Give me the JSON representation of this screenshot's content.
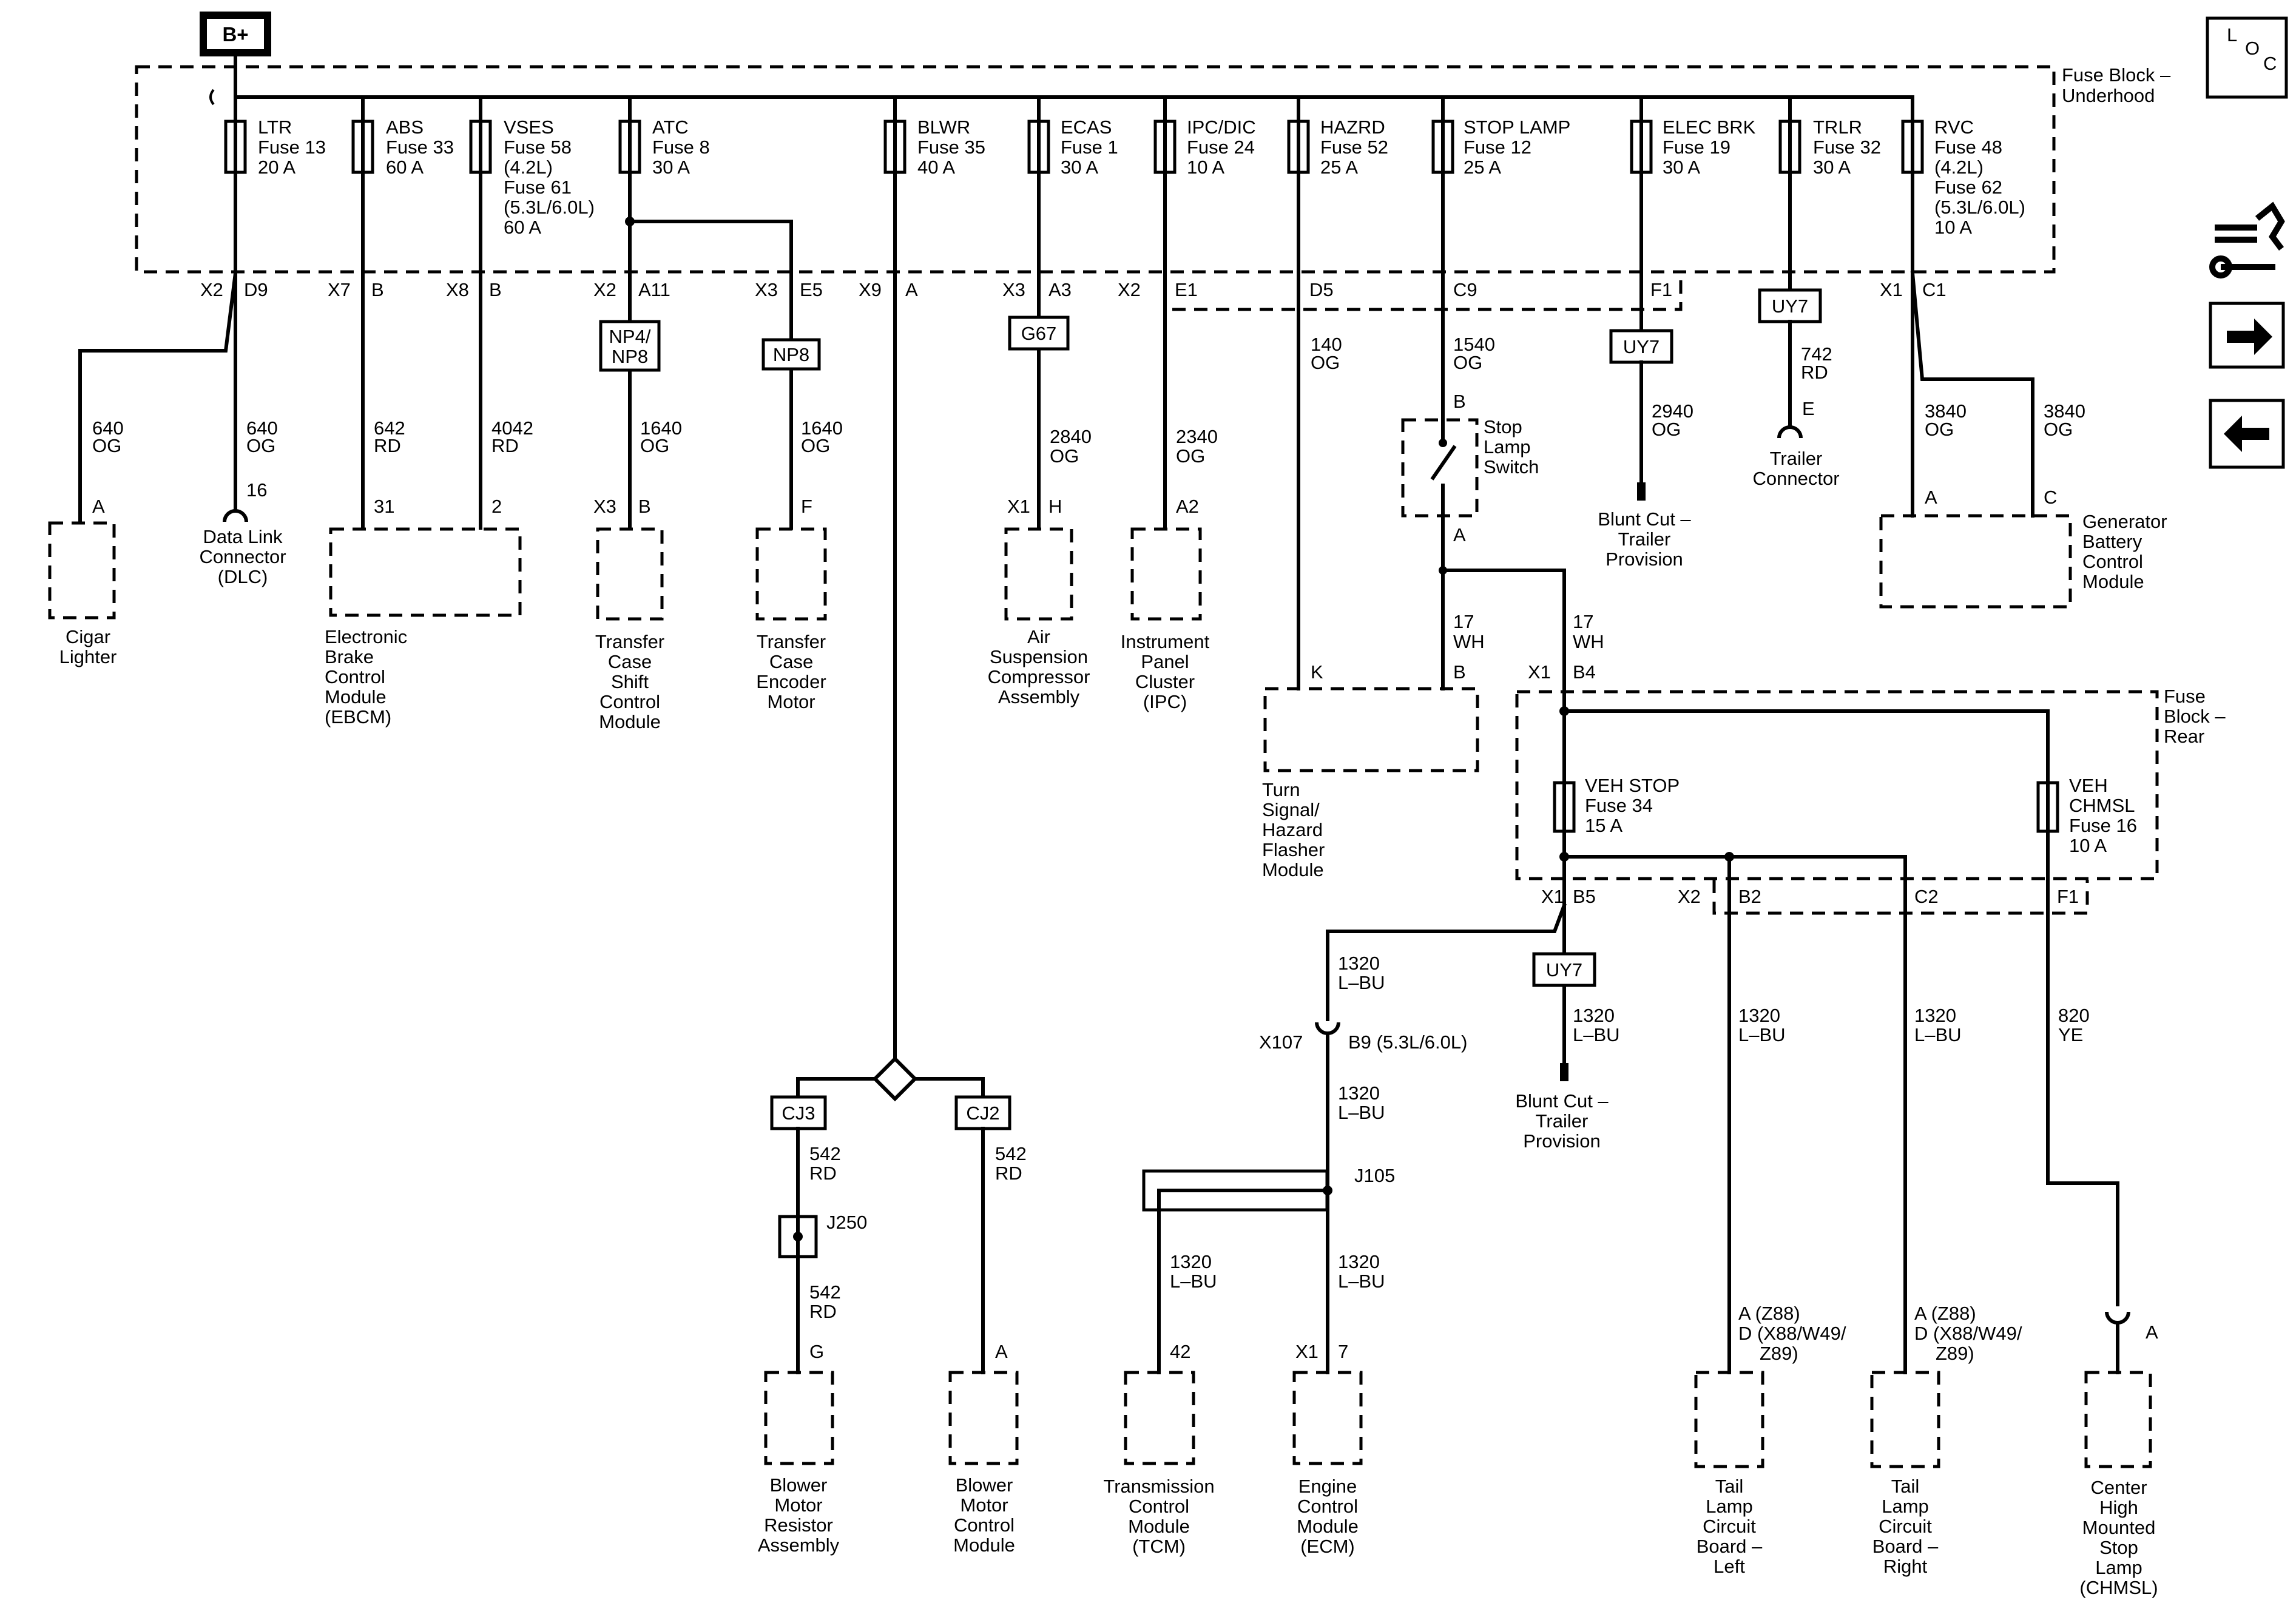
{
  "header": {
    "battery_label": "B+",
    "loc_l": "L",
    "loc_o": "O",
    "loc_c": "C"
  },
  "blocks": {
    "underhood": [
      "Fuse Block –",
      "Underhood"
    ],
    "rear": [
      "Fuse",
      "Block –",
      "Rear"
    ]
  },
  "fuses": [
    [
      "LTR",
      "Fuse 13",
      "20 A"
    ],
    [
      "ABS",
      "Fuse 33",
      "60 A"
    ],
    [
      "VSES",
      "Fuse 58",
      "(4.2L)",
      "Fuse 61",
      "(5.3L/6.0L)",
      "60 A"
    ],
    [
      "ATC",
      "Fuse 8",
      "30 A"
    ],
    [
      "BLWR",
      "Fuse 35",
      "40 A"
    ],
    [
      "ECAS",
      "Fuse 1",
      "30 A"
    ],
    [
      "IPC/DIC",
      "Fuse 24",
      "10 A"
    ],
    [
      "HAZRD",
      "Fuse 52",
      "25 A"
    ],
    [
      "STOP LAMP",
      "Fuse 12",
      "25 A"
    ],
    [
      "ELEC BRK",
      "Fuse 19",
      "30 A"
    ],
    [
      "TRLR",
      "Fuse 32",
      "30 A"
    ],
    [
      "RVC",
      "Fuse 48",
      "(4.2L)",
      "Fuse 62",
      "(5.3L/6.0L)",
      "10 A"
    ],
    [
      "VEH STOP",
      "Fuse 34",
      "15 A"
    ],
    [
      "VEH",
      "CHMSL",
      "Fuse 16",
      "10 A"
    ]
  ],
  "pins": {
    "x2": "X2",
    "d9": "D9",
    "x7": "X7",
    "b": "B",
    "x8": "X8",
    "a11": "A11",
    "x3": "X3",
    "e5": "E5",
    "x9": "X9",
    "a": "A",
    "a3": "A3",
    "e1": "E1",
    "d5": "D5",
    "c9": "C9",
    "f1": "F1",
    "x1": "X1",
    "c1": "C1",
    "n16": "16",
    "n31": "31",
    "n2": "2",
    "f": "F",
    "h": "H",
    "a2": "A2",
    "c": "C",
    "e": "E",
    "k": "K",
    "b4": "B4",
    "b5": "B5",
    "b2": "B2",
    "c2": "C2",
    "x107": "X107",
    "b9": "B9 (5.3L/6.0L)",
    "j105": "J105",
    "j250": "J250",
    "g": "G",
    "n42": "42",
    "n7": "7",
    "az88": "A (Z88)",
    "dx88": "D (X88/W49/",
    "z89": "Z89)"
  },
  "options": {
    "np4": [
      "NP4/",
      "NP8"
    ],
    "np8": "NP8",
    "g67": "G67",
    "uy7": "UY7",
    "cj3": "CJ3",
    "cj2": "CJ2"
  },
  "wires": {
    "og640": [
      "640",
      "OG"
    ],
    "rd642": [
      "642",
      "RD"
    ],
    "rd4042": [
      "4042",
      "RD"
    ],
    "og1640": [
      "1640",
      "OG"
    ],
    "og2840": [
      "2840",
      "OG"
    ],
    "og2340": [
      "2340",
      "OG"
    ],
    "og140": [
      "140",
      "OG"
    ],
    "og1540": [
      "1540",
      "OG"
    ],
    "og2940": [
      "2940",
      "OG"
    ],
    "rd742": [
      "742",
      "RD"
    ],
    "og3840": [
      "3840",
      "OG"
    ],
    "wh17": [
      "17",
      "WH"
    ],
    "lbu1320": [
      "1320",
      "L–BU"
    ],
    "rd542": [
      "542",
      "RD"
    ],
    "ye820": [
      "820",
      "YE"
    ]
  },
  "components": {
    "cigar": [
      "Cigar",
      "Lighter"
    ],
    "dlc": [
      "Data Link",
      "Connector",
      "(DLC)"
    ],
    "ebcm": [
      "Electronic",
      "Brake",
      "Control",
      "Module",
      "(EBCM)"
    ],
    "tcsm": [
      "Transfer",
      "Case",
      "Shift",
      "Control",
      "Module"
    ],
    "tcem": [
      "Transfer",
      "Case",
      "Encoder",
      "Motor"
    ],
    "air": [
      "Air",
      "Suspension",
      "Compressor",
      "Assembly"
    ],
    "ipc": [
      "Instrument",
      "Panel",
      "Cluster",
      "(IPC)"
    ],
    "stopsw": [
      "Stop",
      "Lamp",
      "Switch"
    ],
    "blunt": [
      "Blunt Cut –",
      "Trailer",
      "Provision"
    ],
    "trailer": [
      "Trailer",
      "Connector"
    ],
    "gen": [
      "Generator",
      "Battery",
      "Control",
      "Module"
    ],
    "turn": [
      "Turn",
      "Signal/",
      "Hazard",
      "Flasher",
      "Module"
    ],
    "bmra": [
      "Blower",
      "Motor",
      "Resistor",
      "Assembly"
    ],
    "bmcm": [
      "Blower",
      "Motor",
      "Control",
      "Module"
    ],
    "tcm": [
      "Transmission",
      "Control",
      "Module",
      "(TCM)"
    ],
    "ecm": [
      "Engine",
      "Control",
      "Module",
      "(ECM)"
    ],
    "tll": [
      "Tail",
      "Lamp",
      "Circuit",
      "Board –",
      "Left"
    ],
    "tlr": [
      "Tail",
      "Lamp",
      "Circuit",
      "Board –",
      "Right"
    ],
    "chmsl": [
      "Center",
      "High",
      "Mounted",
      "Stop",
      "Lamp",
      "(CHMSL)"
    ]
  }
}
